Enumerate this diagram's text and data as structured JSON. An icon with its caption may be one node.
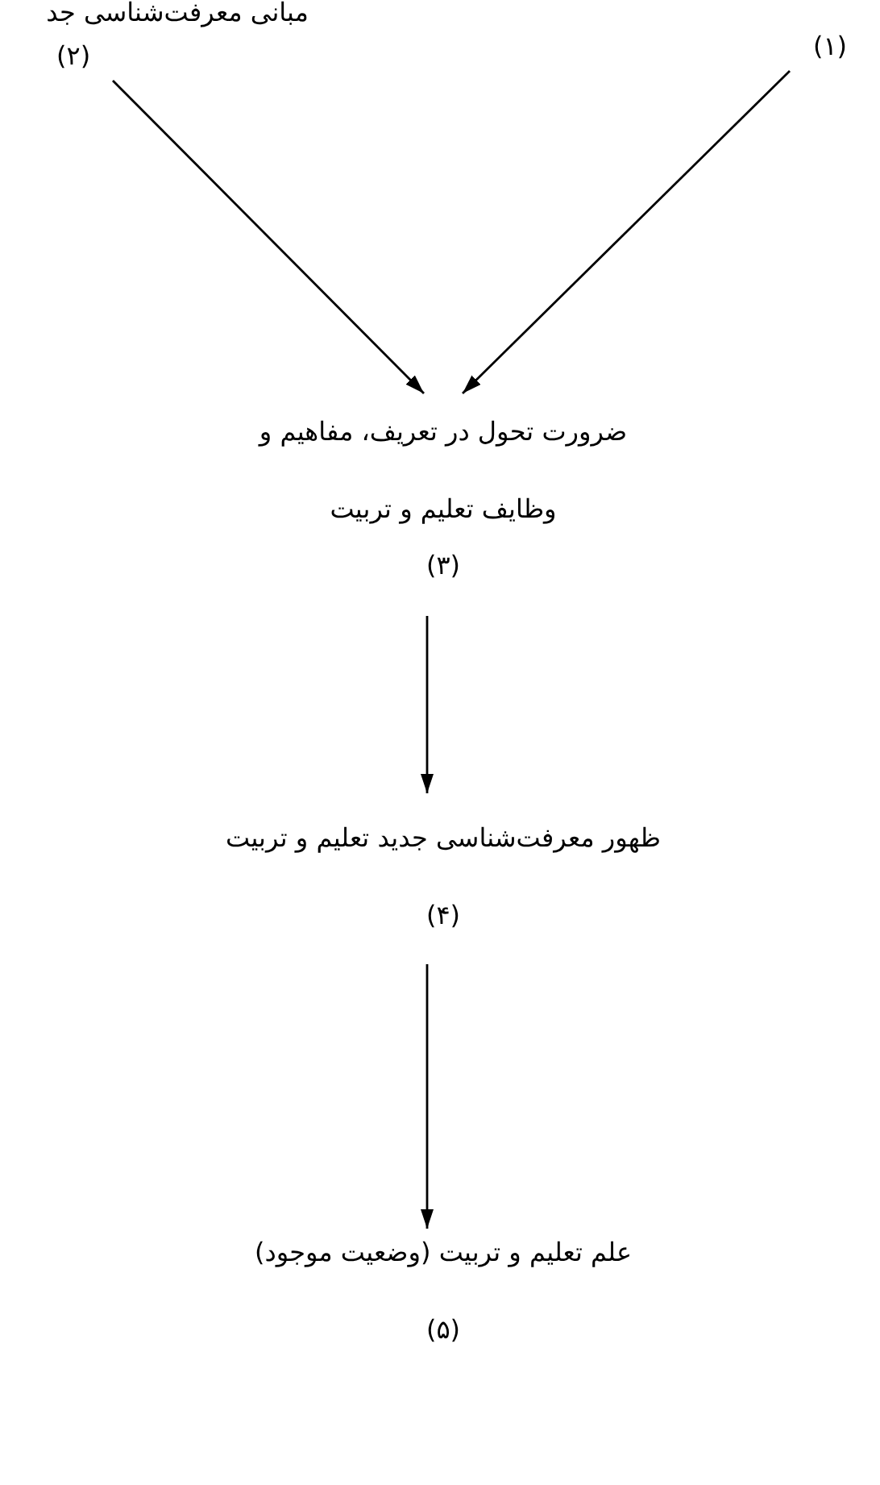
{
  "diagram": {
    "nodes": [
      {
        "text": [
          "مبانی معرفت‌شناسی جد",
          "(۲)"
        ]
      },
      {
        "text": [
          "(۱)"
        ]
      },
      {
        "text": [
          "ضرورت تحول در تعریف، مفاهیم و وظایف تعلیم و تربیت",
          "(۳)"
        ]
      },
      {
        "text": [
          "ظهور معرفت‌شناسی جدید تعلیم و تربیت",
          "(۴)"
        ]
      },
      {
        "text": [
          "علم تعلیم و تربیت (وضعیت موجود)",
          "(۵)"
        ]
      }
    ],
    "edges": [
      {
        "from": 0,
        "to": 2,
        "arrow": "to"
      },
      {
        "from": 1,
        "to": 2,
        "arrow": "to"
      },
      {
        "from": 2,
        "to": 3,
        "arrow": "to"
      },
      {
        "from": 3,
        "to": 4,
        "arrow": "to"
      }
    ]
  }
}
